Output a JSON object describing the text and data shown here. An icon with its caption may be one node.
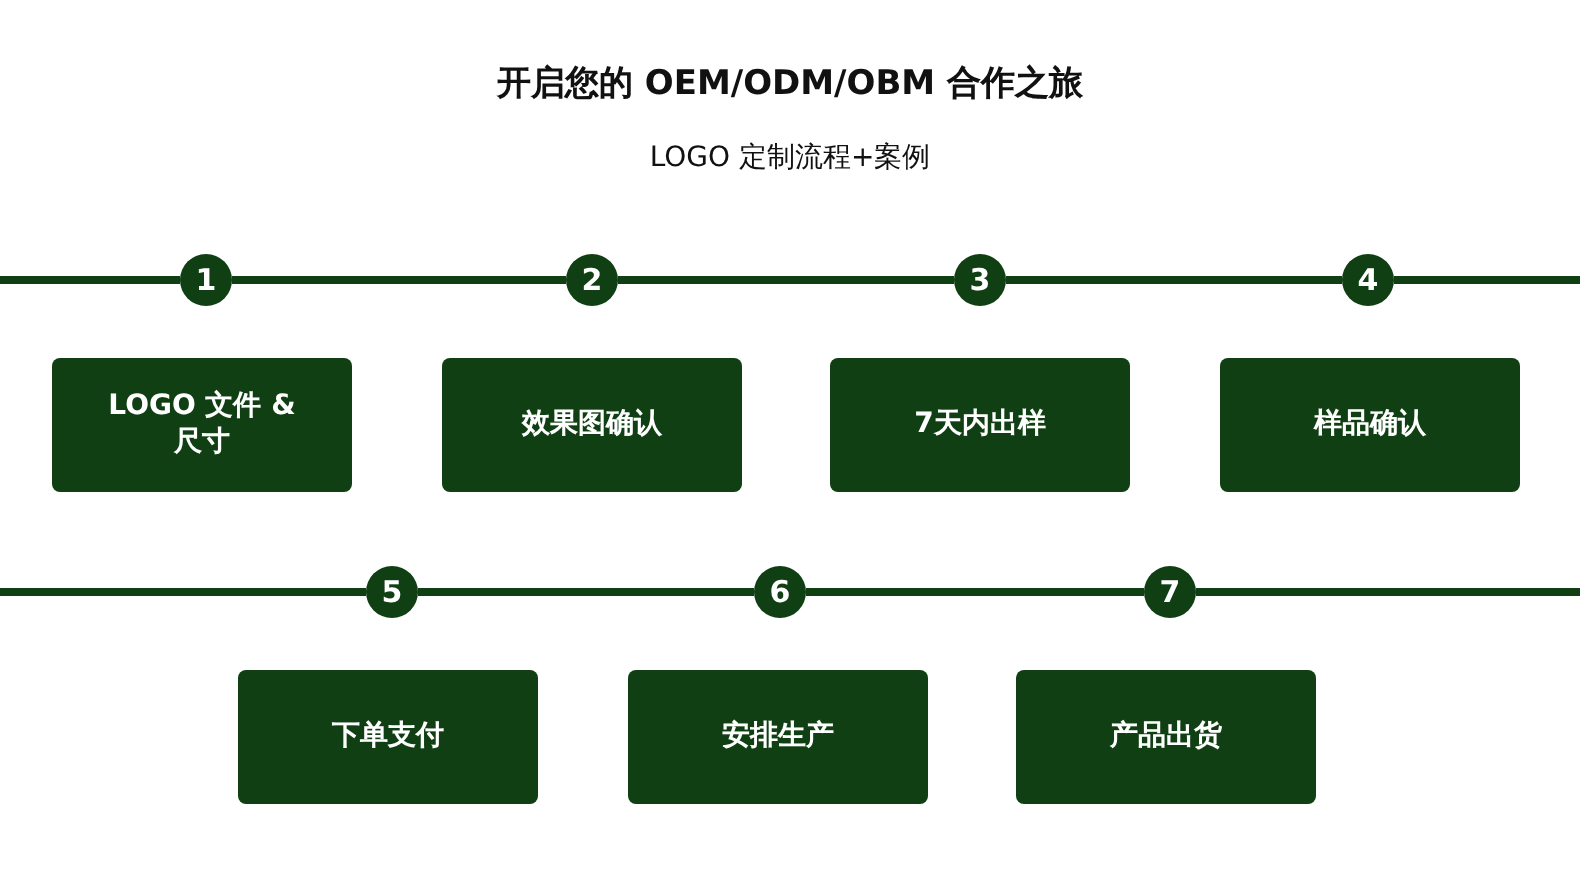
{
  "diagram": {
    "title": "开启您的 OEM/ODM/OBM 合作之旅",
    "nodes": [
      {
        "text": [
          "1"
        ]
      },
      {
        "text": [
          "2"
        ]
      },
      {
        "text": [
          "3"
        ]
      },
      {
        "text": [
          "4"
        ]
      },
      {
        "text": [
          "LOGO 文件 & 尺寸"
        ]
      },
      {
        "text": [
          "效果图确认"
        ]
      },
      {
        "text": [
          "7天内出样"
        ]
      },
      {
        "text": [
          "样品确认"
        ]
      },
      {
        "text": [
          "5"
        ]
      },
      {
        "text": [
          "6"
        ]
      },
      {
        "text": [
          "7"
        ]
      },
      {
        "text": [
          "下单支付"
        ]
      },
      {
        "text": [
          "安排生产"
        ]
      },
      {
        "text": [
          "产品出货"
        ]
      }
    ],
    "edges": [
      {
        "from": 0,
        "to": 1,
        "arrow": "none"
      },
      {
        "from": 1,
        "to": 2,
        "arrow": "none"
      },
      {
        "from": 2,
        "to": 3,
        "arrow": "none"
      },
      {
        "from": 8,
        "to": 9,
        "arrow": "none"
      },
      {
        "from": 9,
        "to": 10,
        "arrow": "none"
      }
    ],
    "labels": [
      "LOGO 定制流程+案例"
    ]
  }
}
